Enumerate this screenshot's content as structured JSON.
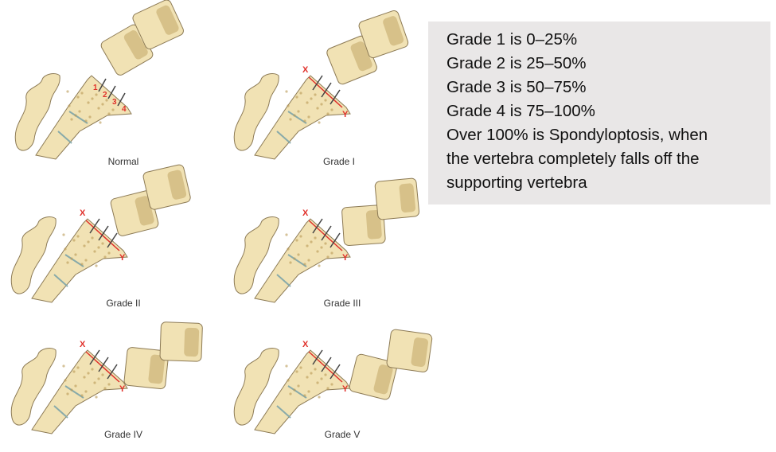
{
  "panels": [
    {
      "label": "Normal",
      "slip_fraction": 0,
      "markers": [
        "1",
        "2",
        "3",
        "4"
      ]
    },
    {
      "label": "Grade I",
      "slip_fraction": 0.2,
      "markers": [
        "X",
        "Y"
      ]
    },
    {
      "label": "Grade II",
      "slip_fraction": 0.4,
      "markers": [
        "X",
        "Y"
      ]
    },
    {
      "label": "Grade III",
      "slip_fraction": 0.65,
      "markers": [
        "X",
        "Y"
      ]
    },
    {
      "label": "Grade IV",
      "slip_fraction": 0.9,
      "markers": [
        "X",
        "Y"
      ]
    },
    {
      "label": "Grade V",
      "slip_fraction": 1.1,
      "markers": [
        "X",
        "Y"
      ]
    }
  ],
  "info": {
    "lines": [
      "Grade 1 is 0–25%",
      "Grade 2 is 25–50%",
      "Grade 3 is 50–75%",
      "Grade 4 is 75–100%",
      "Over 100% is Spondyloptosis, when",
      "the vertebra completely falls off the",
      "supporting vertebra"
    ]
  },
  "colors": {
    "bone": "#f1e2b4",
    "bone_dark": "#b99a55",
    "outline": "#8c7a55",
    "marker": "#e0302a",
    "box": "#e9e7e7"
  }
}
